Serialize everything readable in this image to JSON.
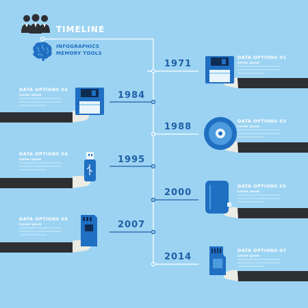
{
  "header": {
    "title": "TIMELINE",
    "subtitle_line1": "INFOGRAPHICS",
    "subtitle_line2": "MEMORY TOOLS"
  },
  "icons": {
    "team": "people-group-icon",
    "brain": "brain-icon",
    "floppy_disk": "floppy-disk-icon",
    "cd": "cd-disc-icon",
    "usb": "usb-drive-icon",
    "external_drive": "external-drive-icon",
    "sd_card": "sd-card-icon",
    "micro_sd": "micro-sd-icon"
  },
  "colors": {
    "background": "#9cd3f2",
    "accent_blue": "#1f6fc2",
    "year_text": "#1e5fa6",
    "sleeve": "#2e2f33",
    "hand": "#ecebe4",
    "line": "#ffffff"
  },
  "entries": [
    {
      "year": "1971",
      "label": "DATA OPTIONS 01",
      "sub": "Lorem ipsum",
      "icon": "floppy-disk-icon"
    },
    {
      "year": "1984",
      "label": "DATA OPTIONS 02",
      "sub": "Lorem ipsum",
      "icon": "floppy-disk-icon"
    },
    {
      "year": "1988",
      "label": "DATA OPTIONS 03",
      "sub": "Lorem ipsum",
      "icon": "cd-disc-icon"
    },
    {
      "year": "1995",
      "label": "DATA OPTIONS 04",
      "sub": "Lorem ipsum",
      "icon": "usb-drive-icon"
    },
    {
      "year": "2000",
      "label": "DATA OPTIONS 05",
      "sub": "Lorem ipsum",
      "icon": "external-drive-icon"
    },
    {
      "year": "2007",
      "label": "DATA OPTIONS 06",
      "sub": "Lorem ipsum",
      "icon": "sd-card-icon"
    },
    {
      "year": "2014",
      "label": "DATA OPTIONS 07",
      "sub": "Lorem ipsum",
      "icon": "micro-sd-icon"
    }
  ]
}
